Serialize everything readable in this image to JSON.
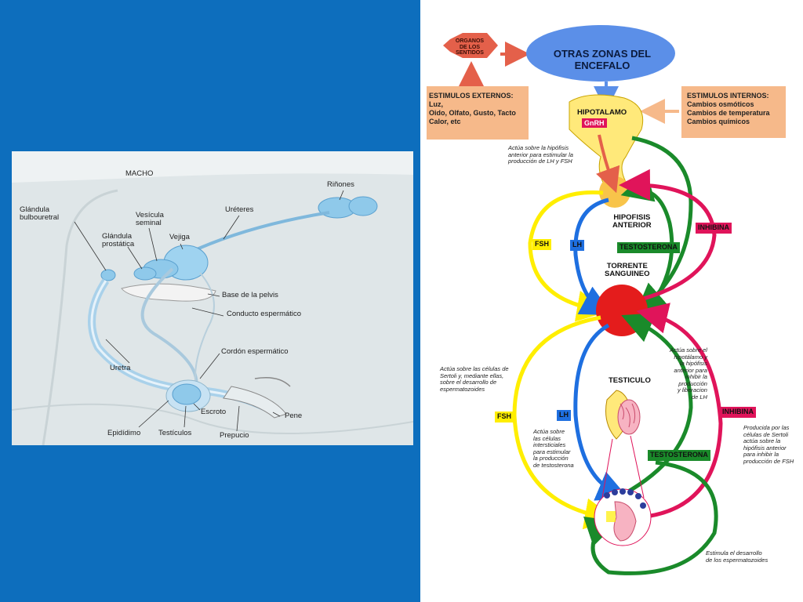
{
  "colors": {
    "background": "#0d6ebd",
    "organ_blue": "#8fc9ea",
    "fsh": "#ffee00",
    "lh": "#1e6fe0",
    "testosterona": "#1a8a2a",
    "inhibina": "#e0145a",
    "estimulos_box": "#f6b98a",
    "organos_hex": "#e4604a",
    "encefalo_oval": "#5b8fe8",
    "torrente": "#e41c1c"
  },
  "anatomy": {
    "title": "MACHO",
    "labels": {
      "rinones": "Riñones",
      "glandula_bulbouretral": "Glándula\nbulbouretral",
      "vesicula_seminal": "Vesícula\nseminal",
      "ureteres": "Uréteres",
      "glandula_prostatica": "Glándula\nprostática",
      "vejiga": "Vejiga",
      "base_pelvis": "Base de la pelvis",
      "conducto_espermatico": "Conducto espermático",
      "cordon_espermatico": "Cordón espermático",
      "uretra": "Uretra",
      "escroto": "Escroto",
      "pene": "Pene",
      "epididimo": "Epidídimo",
      "testiculos": "Testículos",
      "prepucio": "Prepucio"
    }
  },
  "hormones": {
    "organos": "ORGANOS\nDE LOS\nSENTIDOS",
    "otras_zonas": "OTRAS ZONAS DEL ENCEFALO",
    "estimulos_externos": {
      "title": "ESTIMULOS EXTERNOS:",
      "lines": [
        "Luz,",
        "Oido, Olfato, Gusto, Tacto",
        "Calor, etc"
      ]
    },
    "estimulos_internos": {
      "title": "ESTIMULOS INTERNOS:",
      "lines": [
        "Cambios osmóticos",
        "Cambios de temperatura",
        "Cambios químicos"
      ]
    },
    "hipotalamo": "HIPOTALAMO",
    "gnrh": "GnRH",
    "hipofisis": "HIPOFISIS\nANTERIOR",
    "torrente": "TORRENTE\nSANGUINEO",
    "testiculo": "TESTICULO",
    "tags": {
      "fsh_top": "FSH",
      "lh_top": "LH",
      "testosterona_top": "TESTOSTERONA",
      "inhibina_top": "INHIBINA",
      "fsh_bottom": "FSH",
      "lh_bottom": "LH",
      "testosterona_bottom": "TESTOSTERONA",
      "inhibina_bottom": "INHIBINA"
    },
    "notes": {
      "gnrh_action": "Actúa sobre la hipófisis\nanterior para estimular la\nproducción de LH y FSH",
      "fsh_action": "Actúa sobre las células de\nSertoli y, mediante ellas,\nsobre el desarrollo de\nespermatozoides",
      "lh_action": "Actúa sobre\nlas células\nintersticiales\npara estimular\nla producción\nde testosterona",
      "testosterona_action": "Actúa sobre el\nhipotálamo y\nla hipófisis\nanterior para\ninhibir la\nproducción\ny liberacion\nde LH",
      "inhibina_action": "Producida por las\ncélulas de Sertoli\nactúa sobre la\nhipófisis anterior\npara inhibir la\nproducción de FSH",
      "espermatozoides": "Estimula el desarrollo\nde los espermatozoides"
    }
  }
}
